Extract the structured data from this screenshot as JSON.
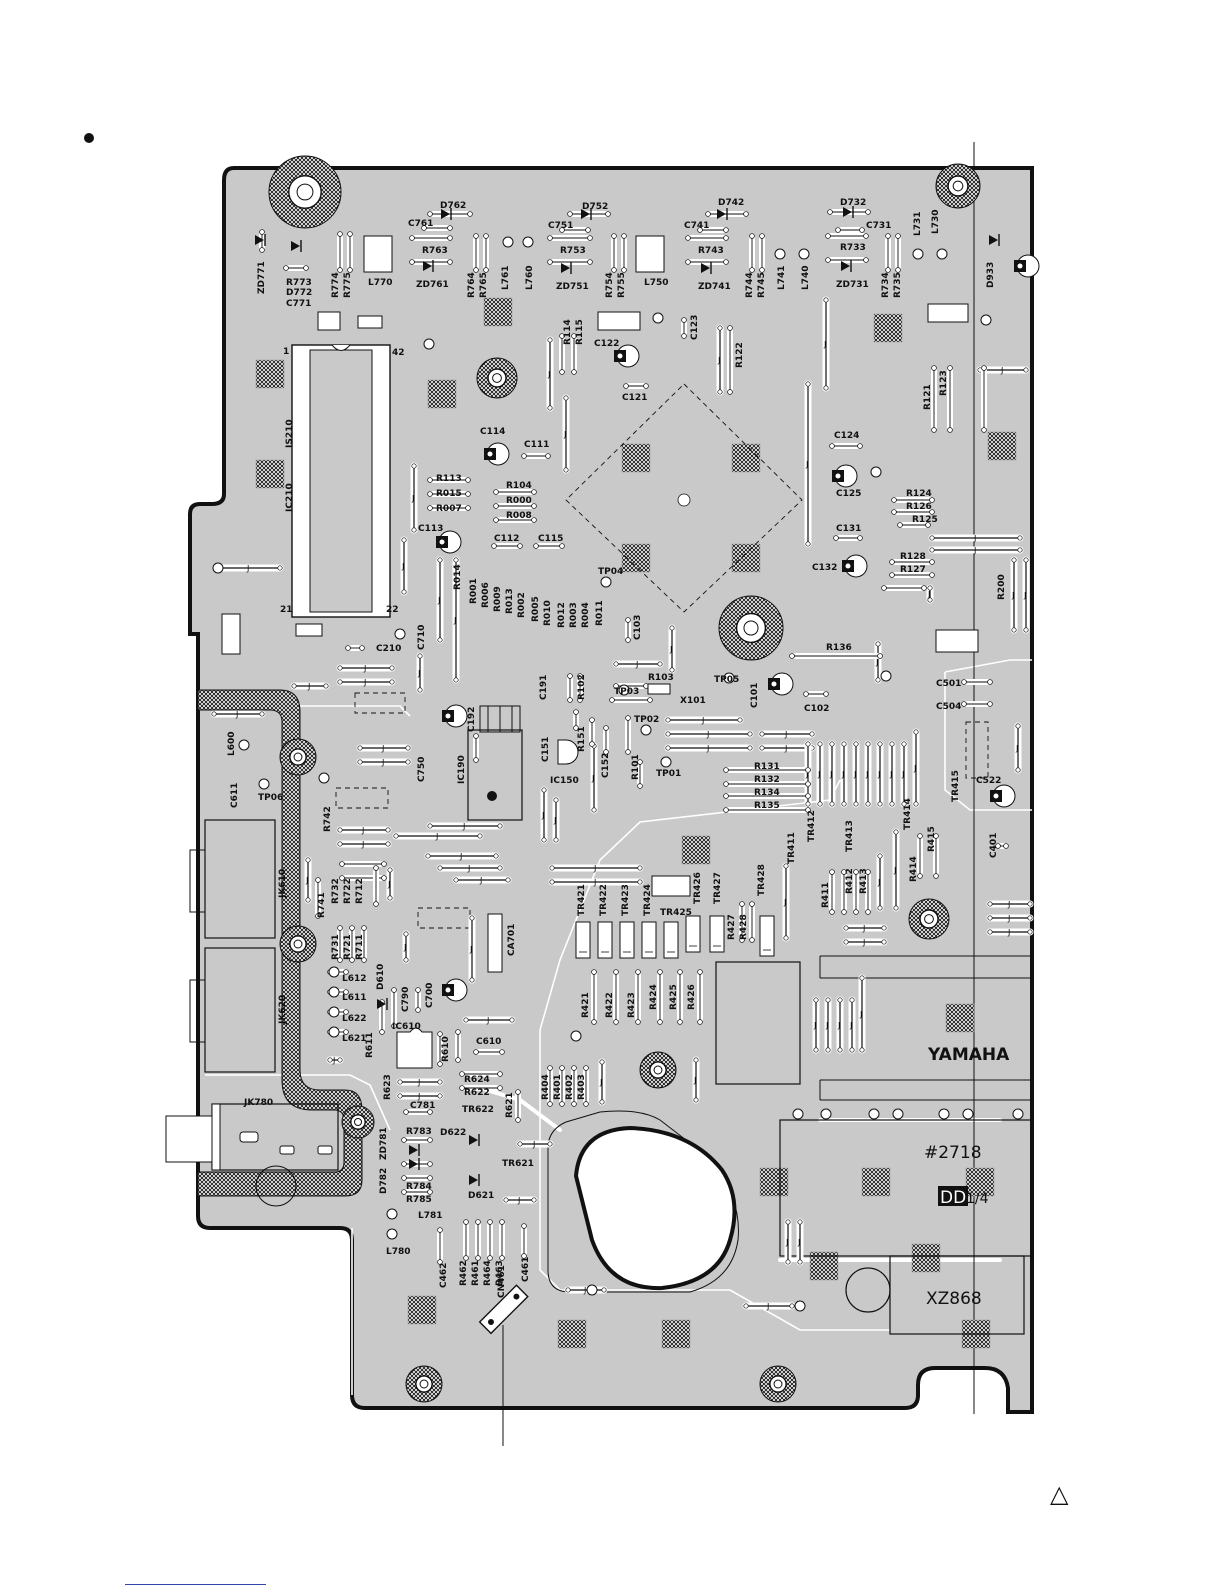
{
  "board": {
    "board_color": "#c9c9c9",
    "outline_color": "#111111",
    "brand": "YAMAHA",
    "pcb_number": "#2718",
    "version_prefix": "DD",
    "version_suffix": "1/4",
    "chip_code": "XZ868"
  },
  "jumper_mark": "J",
  "labels": {
    "diodes": [
      "D762",
      "D752",
      "D742",
      "D732",
      "D772",
      "ZD771",
      "ZD761",
      "ZD751",
      "ZD741",
      "ZD731",
      "D933",
      "D610",
      "D622",
      "D621",
      "D782",
      "ZD781"
    ],
    "caps": [
      "C761",
      "C751",
      "C741",
      "C731",
      "C771",
      "C122",
      "C121",
      "C123",
      "C114",
      "C111",
      "C113",
      "C112",
      "C115",
      "C124",
      "C125",
      "C131",
      "C132",
      "C103",
      "C191",
      "C192",
      "C151",
      "C152",
      "C101",
      "C102",
      "C210",
      "C710",
      "C750",
      "C611",
      "C790",
      "C700",
      "C610",
      "C781",
      "C462",
      "C461",
      "C501",
      "C504",
      "C522",
      "C401"
    ],
    "resistors": [
      "R773",
      "R774",
      "R775",
      "R763",
      "R764",
      "R765",
      "R753",
      "R754",
      "R755",
      "R743",
      "R744",
      "R745",
      "R733",
      "R734",
      "R735",
      "R114",
      "R115",
      "R122",
      "R121",
      "R123",
      "R113",
      "R015",
      "R007",
      "R104",
      "R000",
      "R008",
      "R014",
      "R001",
      "R006",
      "R009",
      "R013",
      "R002",
      "R005",
      "R010",
      "R012",
      "R003",
      "R004",
      "R011",
      "R124",
      "R126",
      "R125",
      "R128",
      "R127",
      "R200",
      "R136",
      "R103",
      "R102",
      "R151",
      "R101",
      "R131",
      "R132",
      "R134",
      "R135",
      "R742",
      "R741",
      "R732",
      "R722",
      "R712",
      "R731",
      "R721",
      "R711",
      "R611",
      "R610",
      "R624",
      "R622",
      "R623",
      "R621",
      "R783",
      "R784",
      "R785",
      "R462",
      "R461",
      "R464",
      "R463",
      "R421",
      "R422",
      "R423",
      "R424",
      "R425",
      "R426",
      "R427",
      "R428",
      "R404",
      "R401",
      "R402",
      "R403",
      "R411",
      "R412",
      "R413",
      "R414",
      "R415"
    ],
    "inductors": [
      "L770",
      "L761",
      "L760",
      "L750",
      "L741",
      "L740",
      "L731",
      "L730",
      "L600",
      "L612",
      "L611",
      "L622",
      "L621",
      "L781",
      "L780"
    ],
    "ics": [
      "IC210",
      "IS210",
      "IC190",
      "IC150",
      "IC610",
      "X101"
    ],
    "transistors": [
      "TR421",
      "TR422",
      "TR423",
      "TR424",
      "TR425",
      "TR426",
      "TR427",
      "TR428",
      "TR411",
      "TR412",
      "TR413",
      "TR414",
      "TR415",
      "TR622",
      "TR621"
    ],
    "test_points": [
      "TP04",
      "TP03",
      "TP02",
      "TP01",
      "TP05",
      "TP06"
    ],
    "connectors": [
      "JK610",
      "JK620",
      "JK780",
      "CN461",
      "CA701"
    ],
    "pins": [
      "1",
      "42",
      "21",
      "22"
    ]
  },
  "footer": {
    "caution_symbol": "△"
  }
}
